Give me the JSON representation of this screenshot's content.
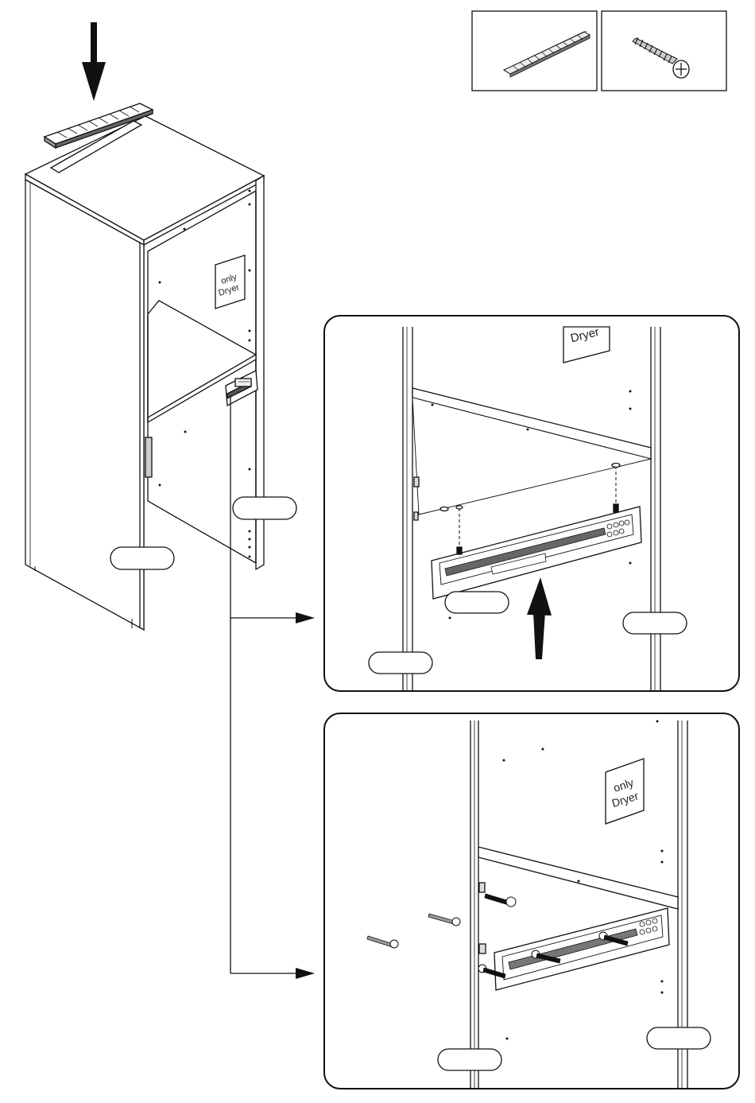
{
  "parts": [
    {
      "name": "vent-strip-icon"
    },
    {
      "name": "screw-icon"
    }
  ],
  "sticker": {
    "line1": "only",
    "line2": "Dryer"
  },
  "detail1": {
    "sticker_partial": "Dryer"
  },
  "detail2": {
    "sticker_line1": "only",
    "sticker_line2": "Dryer"
  },
  "colors": {
    "line": "#111111",
    "fill": "#ffffff",
    "shade": "#888888"
  }
}
